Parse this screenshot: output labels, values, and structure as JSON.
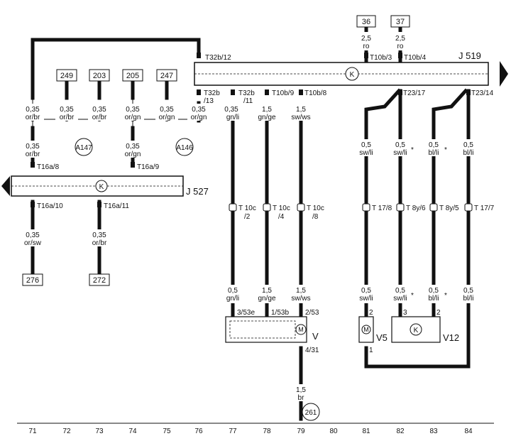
{
  "refs": [
    "249",
    "203",
    "205",
    "247",
    "36",
    "37",
    "276",
    "272",
    "261"
  ],
  "components": {
    "j519": "J 519",
    "j527": "J 527",
    "v": "V",
    "v5": "V5",
    "v12": "V12",
    "a147": "A147",
    "a146": "A146",
    "k": "K",
    "m": "M"
  },
  "pins": {
    "t32b_12": "T32b/12",
    "t10b_3": "T10b/3",
    "t10b_4": "T10b/4",
    "t32b_13a": "T32b",
    "t32b_13b": "/13",
    "t32b_11a": "T32b",
    "t32b_11b": "/11",
    "t10b_9": "T10b/9",
    "t10b_8": "T10b/8",
    "t23_17": "T23/17",
    "t23_14": "T23/14",
    "t16a_8": "T16a/8",
    "t16a_9": "T16a/9",
    "t16a_10": "T16a/10",
    "t16a_11": "T16a/11",
    "t10c_2a": "T 10c",
    "t10c_2b": "/2",
    "t10c_4a": "T 10c",
    "t10c_4b": "/4",
    "t10c_8a": "T 10c",
    "t10c_8b": "/8",
    "t17_8": "T 17/8",
    "t8y_6": "T 8y/6",
    "t8y_5": "T 8y/5",
    "t17_7": "T 17/7",
    "p3_53e": "3/53e",
    "p1_53b": "1/53b",
    "p2_53": "2/53",
    "p4_31": "4/31",
    "v5_2": "2",
    "v5_1": "1",
    "v12_3": "3",
    "v12_2": "2"
  },
  "wires": {
    "w_036": "0,35",
    "or_br": "or/br",
    "or_gn": "or/gn",
    "or_sw": "or/sw",
    "w_25": "2,5",
    "ro": "ro",
    "w_15": "1,5",
    "w_05": "0,5",
    "gn_li": "gn/li",
    "gn_ge": "gn/ge",
    "sw_ws": "sw/ws",
    "sw_li": "sw/li",
    "bl_li": "bl/li",
    "br": "br",
    "star": "*"
  },
  "columns": [
    "71",
    "72",
    "73",
    "74",
    "75",
    "76",
    "77",
    "78",
    "79",
    "80",
    "81",
    "82",
    "83",
    "84"
  ]
}
